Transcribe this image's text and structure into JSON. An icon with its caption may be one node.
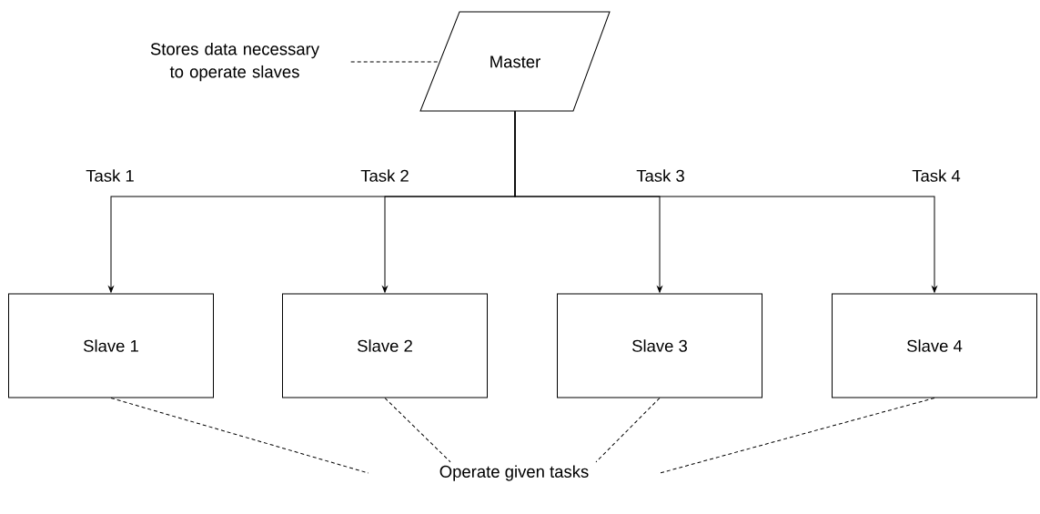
{
  "diagram": {
    "nodes": [
      {
        "text": [
          "Master"
        ]
      },
      {
        "text": [
          "Stores data necessary to operate slaves"
        ]
      },
      {
        "text": [
          "Slave 1"
        ]
      },
      {
        "text": [
          "Slave 2"
        ]
      },
      {
        "text": [
          "Slave 3"
        ]
      },
      {
        "text": [
          "Slave 4"
        ]
      },
      {
        "text": [
          "Operate given tasks"
        ]
      }
    ],
    "edges": [
      {
        "from": 0,
        "to": 2,
        "arrow": "to",
        "label": "Task 1"
      },
      {
        "from": 0,
        "to": 3,
        "arrow": "to",
        "label": "Task 2"
      },
      {
        "from": 0,
        "to": 4,
        "arrow": "to",
        "label": "Task 3"
      },
      {
        "from": 0,
        "to": 5,
        "arrow": "to",
        "label": "Task 4"
      },
      {
        "from": 1,
        "to": 0,
        "arrow": "none",
        "style": "dashed"
      },
      {
        "from": 2,
        "to": 6,
        "arrow": "none",
        "style": "dashed"
      },
      {
        "from": 3,
        "to": 6,
        "arrow": "none",
        "style": "dashed"
      },
      {
        "from": 4,
        "to": 6,
        "arrow": "none",
        "style": "dashed"
      },
      {
        "from": 5,
        "to": 6,
        "arrow": "none",
        "style": "dashed"
      }
    ]
  }
}
